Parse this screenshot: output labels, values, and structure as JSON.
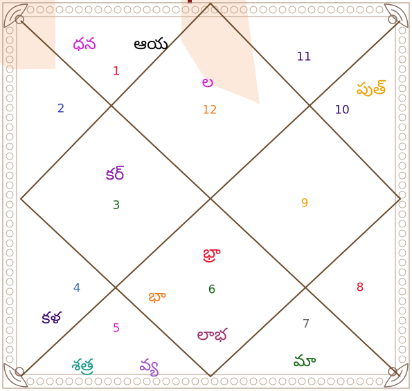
{
  "chart": {
    "houses": [
      {
        "number": "1",
        "color": "#e8112d"
      },
      {
        "number": "2",
        "color": "#2b3fb5"
      },
      {
        "number": "3",
        "color": "#1a6b1a"
      },
      {
        "number": "4",
        "color": "#3a6ec2"
      },
      {
        "number": "5",
        "color": "#d11fd1"
      },
      {
        "number": "6",
        "color": "#1a6b1a"
      },
      {
        "number": "7",
        "color": "#666666"
      },
      {
        "number": "8",
        "color": "#e8112d"
      },
      {
        "number": "9",
        "color": "#f0a000"
      },
      {
        "number": "10",
        "color": "#3c0a6b"
      },
      {
        "number": "11",
        "color": "#3c0a6b"
      },
      {
        "number": "12",
        "color": "#f07c20"
      }
    ],
    "planets": [
      {
        "text": "ధన",
        "color": "#d11fd1"
      },
      {
        "text": "ఆయ",
        "color": "#000000"
      },
      {
        "text": "ల",
        "color": "#d11fd1"
      },
      {
        "text": "పుత్",
        "color": "#f0a000"
      },
      {
        "text": "కర్",
        "color": "#8a1aa8"
      },
      {
        "text": "భ్రా",
        "color": "#e8112d"
      },
      {
        "text": "భా",
        "color": "#f07c20"
      },
      {
        "text": "లాభ",
        "color": "#a0336b"
      },
      {
        "text": "కళ",
        "color": "#3c0a6b"
      },
      {
        "text": "శత్ర",
        "color": "#1a9a8a"
      },
      {
        "text": "వ్య",
        "color": "#a050d0"
      },
      {
        "text": "మా",
        "color": "#1a6b1a"
      }
    ],
    "line_color": "#6b4a2b",
    "border_color": "#b39a85",
    "highlight_color": "#fde9dc"
  }
}
